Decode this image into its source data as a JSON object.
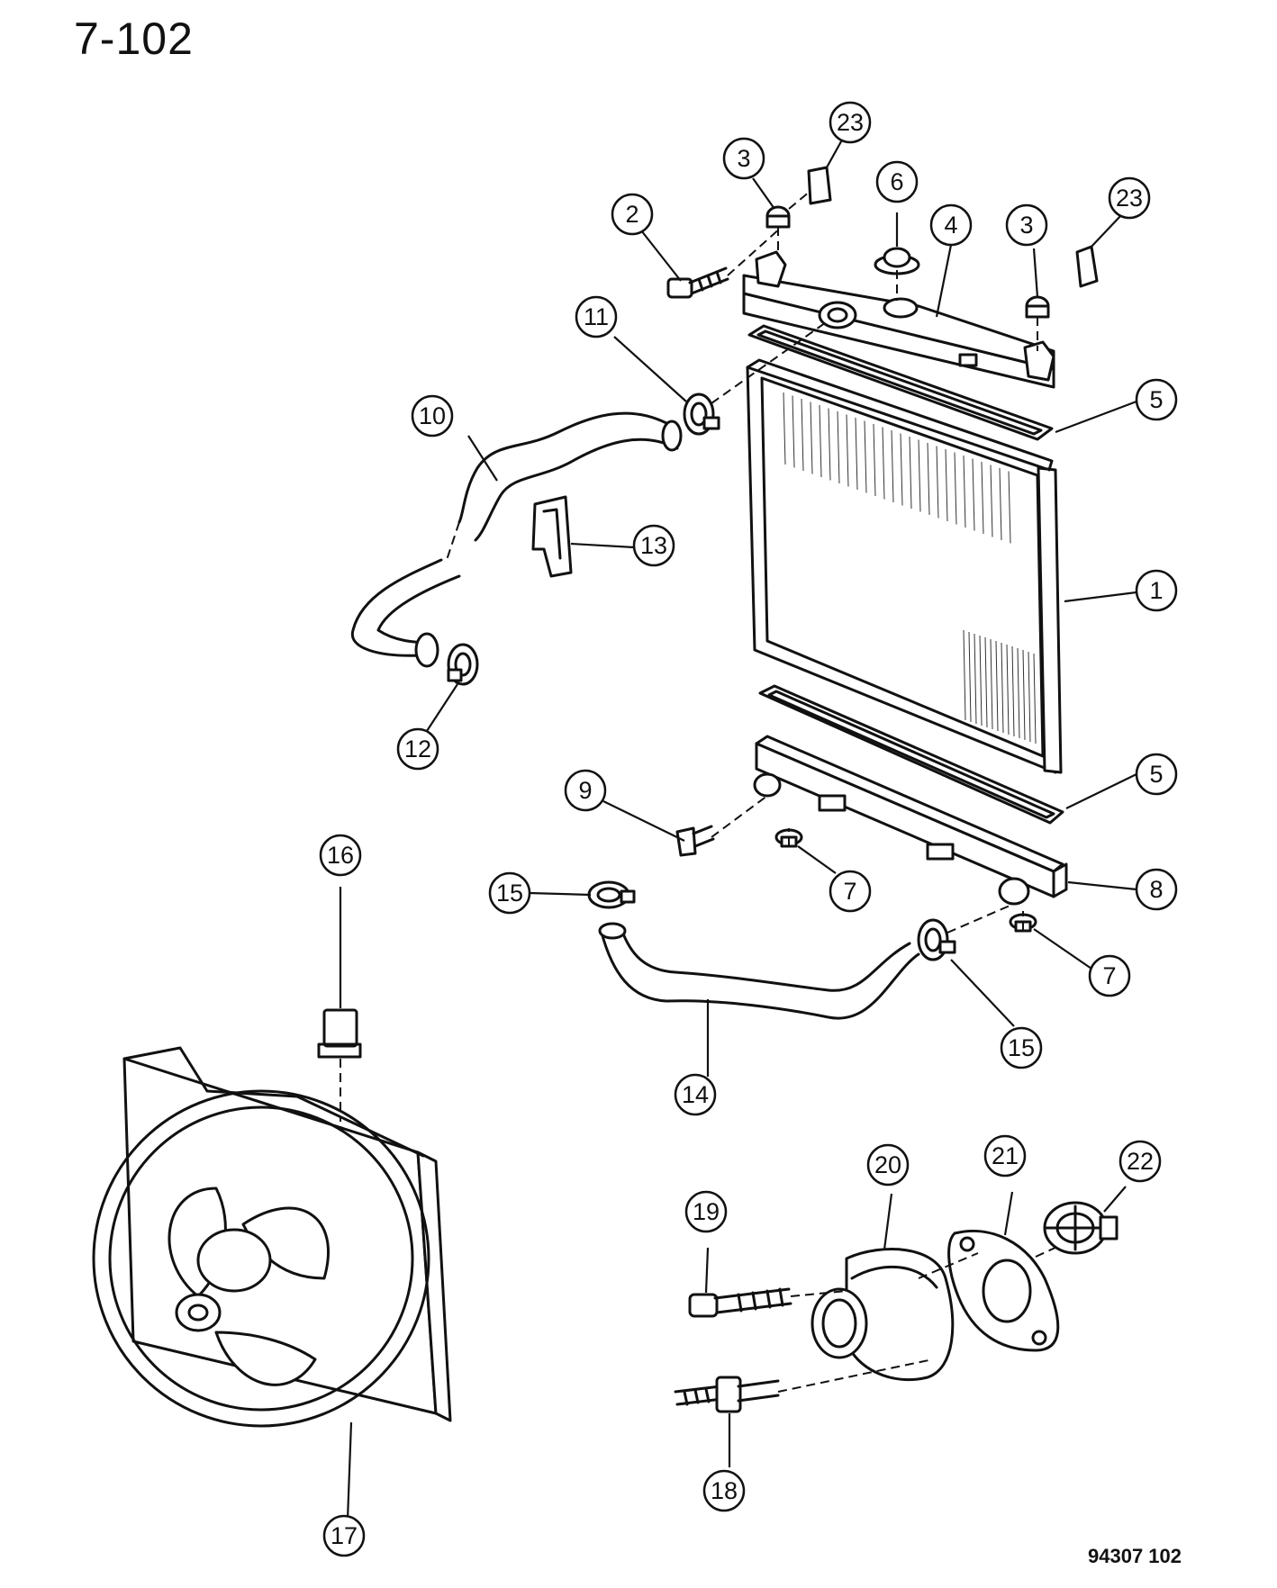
{
  "page_number": "7-102",
  "diagram_code": "94307  102",
  "callouts": [
    "1",
    "2",
    "3",
    "3",
    "4",
    "5",
    "5",
    "6",
    "7",
    "7",
    "8",
    "9",
    "10",
    "11",
    "12",
    "13",
    "14",
    "15",
    "15",
    "16",
    "17",
    "18",
    "19",
    "20",
    "21",
    "22",
    "23",
    "23"
  ]
}
